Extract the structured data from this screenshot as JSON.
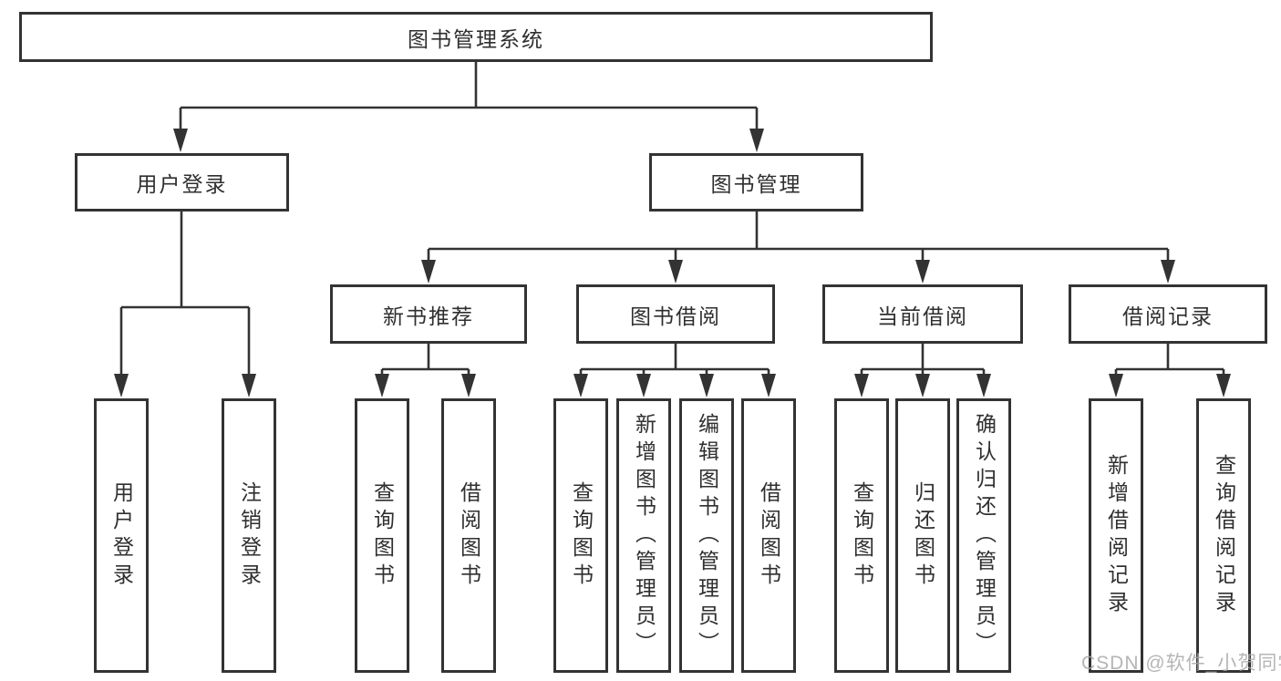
{
  "colors": {
    "line": "#333333",
    "text": "#2f2f2f",
    "box_background": "#ffffff",
    "watermark": "#a9a9a9"
  },
  "watermark": {
    "text": "CSDN @软件_小贺同学"
  },
  "tree": {
    "root": {
      "label": "图书管理系统"
    },
    "level2": [
      {
        "label": "用户登录"
      },
      {
        "label": "图书管理"
      }
    ],
    "level3": [
      {
        "label": "新书推荐",
        "parent": "图书管理"
      },
      {
        "label": "图书借阅",
        "parent": "图书管理"
      },
      {
        "label": "当前借阅",
        "parent": "图书管理"
      },
      {
        "label": "借阅记录",
        "parent": "图书管理"
      }
    ],
    "leaves": [
      {
        "label": "用户登录",
        "parent": "用户登录"
      },
      {
        "label": "注销登录",
        "parent": "用户登录"
      },
      {
        "label": "查询图书",
        "parent": "新书推荐"
      },
      {
        "label": "借阅图书",
        "parent": "新书推荐"
      },
      {
        "label": "查询图书",
        "parent": "图书借阅"
      },
      {
        "label": "新增图书（管理员）",
        "parent": "图书借阅"
      },
      {
        "label": "编辑图书（管理员）",
        "parent": "图书借阅"
      },
      {
        "label": "借阅图书",
        "parent": "图书借阅"
      },
      {
        "label": "查询图书",
        "parent": "当前借阅"
      },
      {
        "label": "归还图书",
        "parent": "当前借阅"
      },
      {
        "label": "确认归还（管理员）",
        "parent": "当前借阅"
      },
      {
        "label": "新增借阅记录",
        "parent": "借阅记录"
      },
      {
        "label": "查询借阅记录",
        "parent": "借阅记录"
      }
    ]
  }
}
